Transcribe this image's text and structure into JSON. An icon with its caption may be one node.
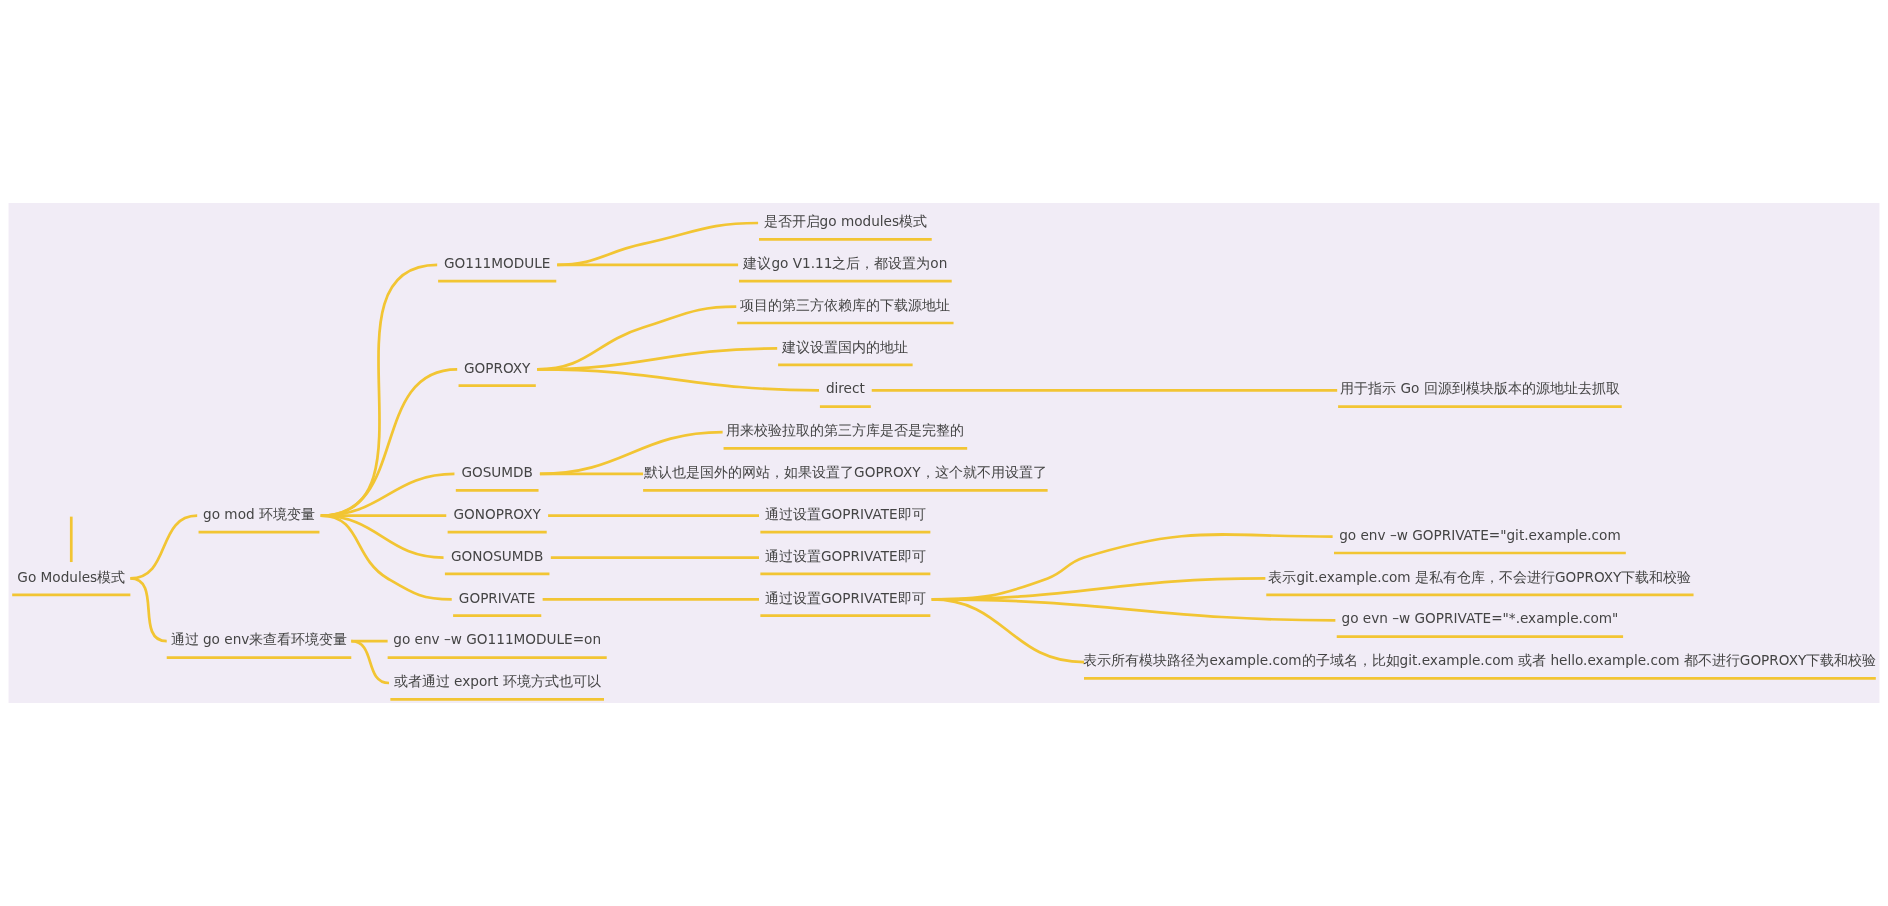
{
  "diagram": {
    "nodes": [
      {
        "text": [
          "Go Modules模式"
        ]
      },
      {
        "text": [
          "go mod 环境变量"
        ]
      },
      {
        "text": [
          "GO111MODULE"
        ]
      },
      {
        "text": [
          "是否开启go modules模式"
        ]
      },
      {
        "text": [
          "建议go V1.11之后，都设置为on"
        ]
      },
      {
        "text": [
          "GOPROXY"
        ]
      },
      {
        "text": [
          "项目的第三方依赖库的下载源地址"
        ]
      },
      {
        "text": [
          "建议设置国内的地址"
        ]
      },
      {
        "text": [
          "direct"
        ]
      },
      {
        "text": [
          "用于指示 Go 回源到模块版本的源地址去抓取"
        ]
      },
      {
        "text": [
          "GOSUMDB"
        ]
      },
      {
        "text": [
          "用来校验拉取的第三方库是否是完整的"
        ]
      },
      {
        "text": [
          "默认也是国外的网站，如果设置了GOPROXY，这个就不用设置了"
        ]
      },
      {
        "text": [
          "GONOPROXY"
        ]
      },
      {
        "text": [
          "通过设置GOPRIVATE即可"
        ]
      },
      {
        "text": [
          "GONOSUMDB"
        ]
      },
      {
        "text": [
          "通过设置GOPRIVATE即可"
        ]
      },
      {
        "text": [
          "GOPRIVATE"
        ]
      },
      {
        "text": [
          "通过设置GOPRIVATE即可"
        ]
      },
      {
        "text": [
          "go env –w GOPRIVATE=\"git.example.com"
        ]
      },
      {
        "text": [
          "表示git.example.com 是私有仓库，不会进行GOPROXY下载和校验"
        ]
      },
      {
        "text": [
          "go evn –w GOPRIVATE=\"*.example.com\""
        ]
      },
      {
        "text": [
          "表示所有模块路径为example.com的子域名，比如git.example.com 或者 hello.example.com 都不进行GOPROXY下载和校验"
        ]
      },
      {
        "text": [
          "通过 go env来查看环境变量"
        ]
      },
      {
        "text": [
          "go env –w GO111MODULE=on"
        ]
      },
      {
        "text": [
          "或者通过 export 环境方式也可以"
        ]
      }
    ],
    "edges": [
      {
        "from": 0,
        "to": null,
        "arrow": "none"
      },
      {
        "from": 0,
        "to": 1,
        "arrow": "none"
      },
      {
        "from": 1,
        "to": 2,
        "arrow": "none"
      },
      {
        "from": 2,
        "to": 3,
        "arrow": "none"
      },
      {
        "from": 2,
        "to": 4,
        "arrow": "none"
      },
      {
        "from": 1,
        "to": 5,
        "arrow": "none"
      },
      {
        "from": 5,
        "to": 6,
        "arrow": "none"
      },
      {
        "from": 5,
        "to": 7,
        "arrow": "none"
      },
      {
        "from": 5,
        "to": 8,
        "arrow": "none"
      },
      {
        "from": 8,
        "to": 9,
        "arrow": "none"
      },
      {
        "from": 1,
        "to": 10,
        "arrow": "none"
      },
      {
        "from": 10,
        "to": 11,
        "arrow": "none"
      },
      {
        "from": 10,
        "to": 12,
        "arrow": "none"
      },
      {
        "from": 1,
        "to": 13,
        "arrow": "none"
      },
      {
        "from": 13,
        "to": 14,
        "arrow": "none"
      },
      {
        "from": 1,
        "to": 15,
        "arrow": "none"
      },
      {
        "from": 15,
        "to": 16,
        "arrow": "none"
      },
      {
        "from": 1,
        "to": 17,
        "arrow": "none"
      },
      {
        "from": 17,
        "to": 18,
        "arrow": "none"
      },
      {
        "from": 18,
        "to": 19,
        "arrow": "none"
      },
      {
        "from": 18,
        "to": 20,
        "arrow": "none"
      },
      {
        "from": 18,
        "to": 21,
        "arrow": "none"
      },
      {
        "from": 18,
        "to": 22,
        "arrow": "none"
      },
      {
        "from": 0,
        "to": 23,
        "arrow": "none"
      },
      {
        "from": 23,
        "to": 24,
        "arrow": "none"
      },
      {
        "from": 23,
        "to": 25,
        "arrow": "none"
      }
    ]
  }
}
